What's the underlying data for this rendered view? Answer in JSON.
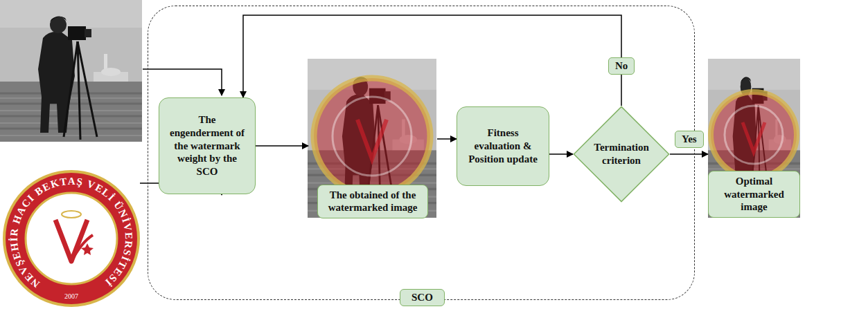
{
  "diagram": {
    "nodes": [
      {
        "text": [
          "SCO"
        ]
      },
      {
        "text": [
          "The engenderment of the watermark weight by the SCO"
        ],
        "in": 0
      },
      {
        "text": [
          "The obtained of the watermarked image"
        ],
        "in": 0
      },
      {
        "text": [
          "Fitness evaluation & Position update"
        ],
        "in": 0
      },
      {
        "text": [
          "Termination criterion"
        ],
        "in": 0
      },
      {
        "text": [
          "Optimal watermarked image"
        ]
      }
    ],
    "edges": [
      {
        "from": 1,
        "to": 2,
        "arrow": "to"
      },
      {
        "from": 2,
        "to": 3,
        "arrow": "to"
      },
      {
        "from": 3,
        "to": 4,
        "arrow": "to"
      },
      {
        "from": 4,
        "to": 1,
        "label": "No",
        "arrow": "to"
      },
      {
        "from": 4,
        "to": 5,
        "label": "Yes",
        "arrow": "to"
      }
    ],
    "labels": [
      "NEVŞEHİR HACI BEKTAŞ VELİ ÜNİVERSİTESİ",
      "2007"
    ]
  }
}
